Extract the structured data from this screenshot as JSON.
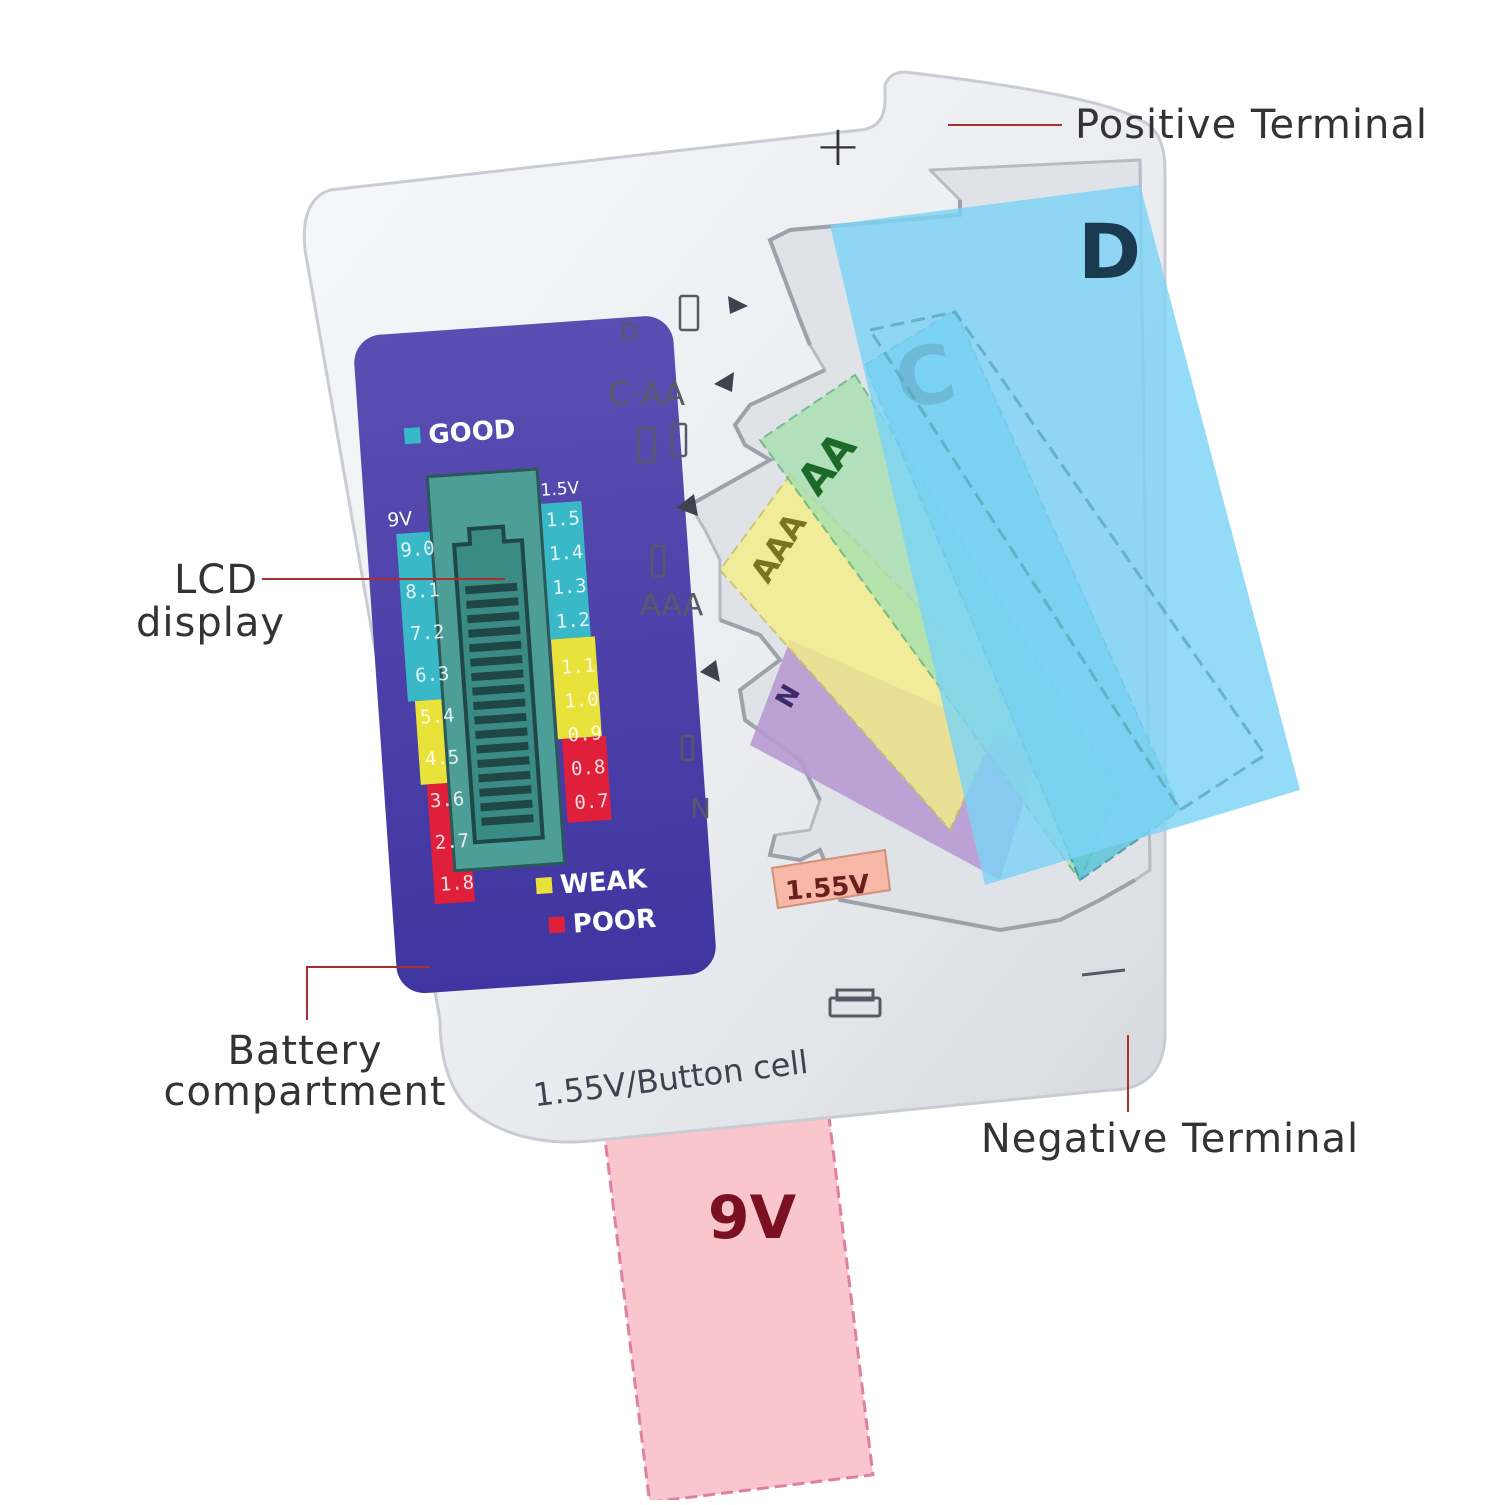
{
  "device": {
    "positive_symbol": "+",
    "legend": {
      "good": "GOOD",
      "weak": "WEAK",
      "poor": "POOR"
    },
    "left_scale_header": "9V",
    "left_scale": [
      "9.0",
      "8.1",
      "7.2",
      "6.3",
      "5.4",
      "4.5",
      "3.6",
      "2.7",
      "1.8"
    ],
    "right_scale_header": "1.5V",
    "right_scale": [
      "1.5",
      "1.4",
      "1.3",
      "1.2",
      "1.1",
      "1.0",
      "0.9",
      "0.8",
      "0.7"
    ],
    "slot_labels": {
      "d": "D",
      "c_aa": "C·AA",
      "aaa": "AAA",
      "n": "N"
    },
    "button_cell_value": "1.55V",
    "bottom_label": "1.55V/Button cell"
  },
  "batteries": {
    "d": "D",
    "c": "C",
    "aa": "AA",
    "aaa": "AAA",
    "n": "N",
    "nine_v": "9V"
  },
  "callouts": {
    "positive_terminal": "Positive Terminal",
    "lcd_display": [
      "LCD",
      "display"
    ],
    "battery_compartment": [
      "Battery",
      "compartment"
    ],
    "negative_terminal": "Negative Terminal"
  },
  "colors": {
    "good": "#39b8c8",
    "weak": "#e8e23a",
    "poor": "#e0203a",
    "lcd_panel": "#5a4bb0",
    "callout_line": "#a8312f",
    "d_battery": "#7dd3f5",
    "c_battery": "#55c4d8",
    "aa_battery": "#a6e0b0",
    "aaa_battery": "#f4ef88",
    "n_battery": "#b79ad2",
    "nine_v_battery": "#f8c6cc"
  }
}
